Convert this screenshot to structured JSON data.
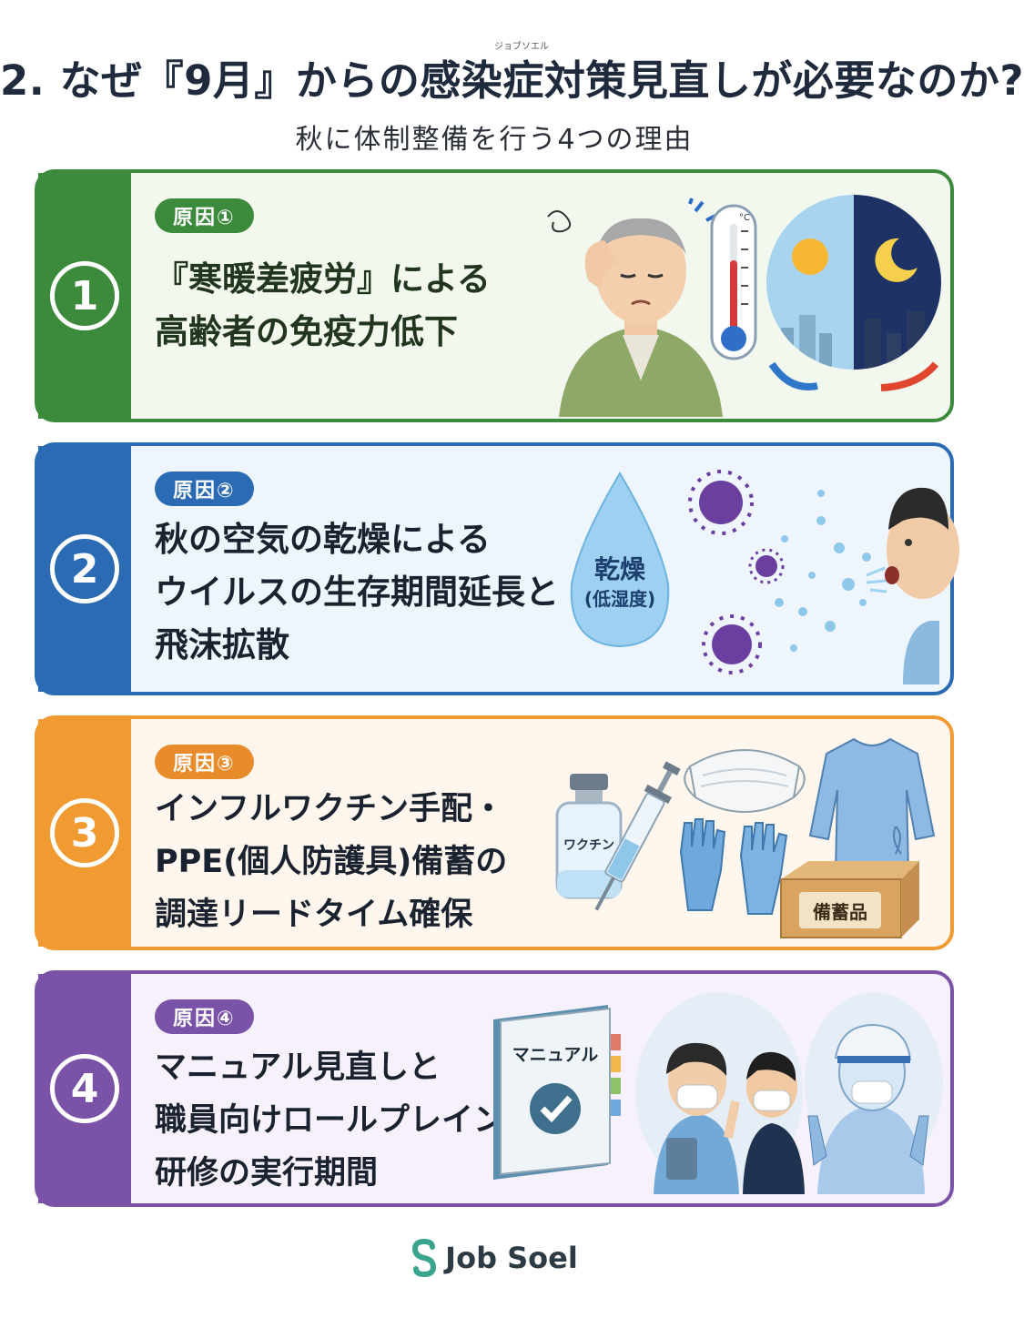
{
  "title": "2. なぜ『9月』からの感染症対策見直しが必要なのか?",
  "subtitle": "秋に体制整備を行う4つの理由",
  "cards": [
    {
      "number": "1",
      "badge": "原因①",
      "lines": [
        "『寒暖差疲労』による",
        "高齢者の免疫力低下"
      ],
      "color": "#3c8a3b"
    },
    {
      "number": "2",
      "badge": "原因②",
      "lines": [
        "秋の空気の乾燥による",
        "ウイルスの生存期間延長と",
        "飛沫拡散"
      ],
      "drop_line1": "乾燥",
      "drop_line2": "(低湿度)",
      "color": "#2a6bb3"
    },
    {
      "number": "3",
      "badge": "原因③",
      "lines": [
        "インフルワクチン手配・",
        "PPE(個人防護具)備蓄の",
        "調達リードタイム確保"
      ],
      "vial_label": "ワクチン",
      "box_label": "備蓄品",
      "color": "#f09a31"
    },
    {
      "number": "4",
      "badge": "原因④",
      "lines": [
        "マニュアル見直しと",
        "職員向けロールプレイング",
        "研修の実行期間"
      ],
      "book_label": "マニュアル",
      "color": "#7a53a8"
    }
  ],
  "logo": {
    "name": "Job Soel",
    "sub": "ジョブソエル"
  },
  "icons": [
    "thermometer-icon",
    "sun-icon",
    "moon-icon",
    "virus-icon",
    "water-drop-icon",
    "syringe-icon",
    "mask-icon",
    "gloves-icon",
    "gown-icon",
    "box-icon",
    "manual-book-icon",
    "check-icon"
  ]
}
